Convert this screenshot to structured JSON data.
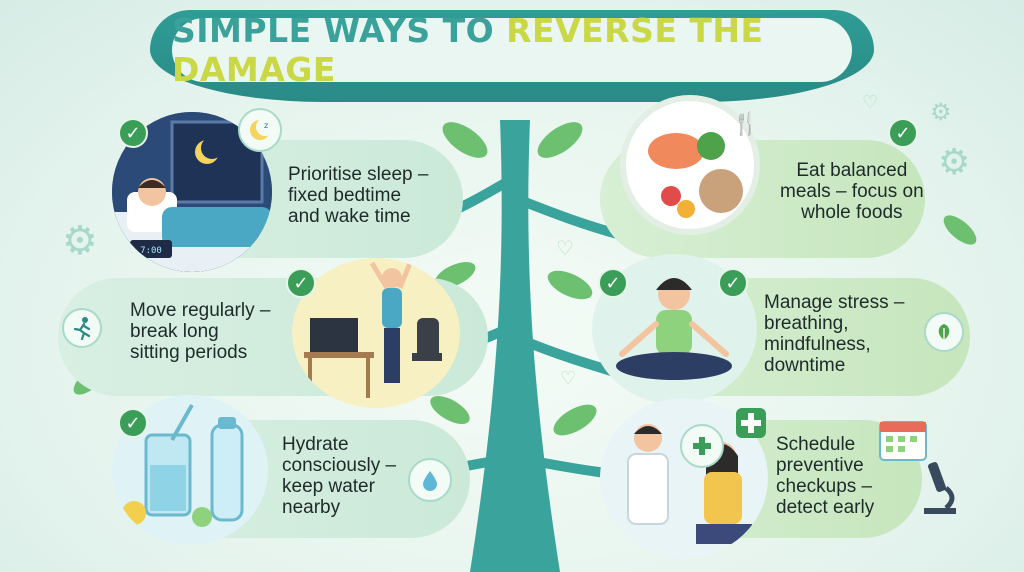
{
  "title": {
    "part1": "SIMPLE WAYS TO ",
    "part2": "REVERSE THE DAMAGE"
  },
  "tips": [
    {
      "text": "Prioritise sleep –\nfixed bedtime\nand wake time",
      "clock": "7:00"
    },
    {
      "text": "Eat balanced\nmeals – focus on\nwhole foods"
    },
    {
      "text": "Move regularly –\nbreak long\nsitting periods"
    },
    {
      "text": "Manage stress –\nbreathing,\nmindfulness,\ndowntime"
    },
    {
      "text": "Hydrate\nconsciously –\nkeep water\nnearby"
    },
    {
      "text": "Schedule\npreventive\ncheckups –\ndetect early"
    }
  ],
  "colors": {
    "teal": "#2f9c95",
    "lime": "#c9d844",
    "check_green": "#3a9d58"
  },
  "icons": [
    "check-icon",
    "moon-icon",
    "fork-knife-icon",
    "runner-icon",
    "leaf-icon",
    "water-drop-icon",
    "medical-cross-icon",
    "calendar-icon",
    "microscope-icon",
    "gear-icon",
    "heart-icon"
  ]
}
